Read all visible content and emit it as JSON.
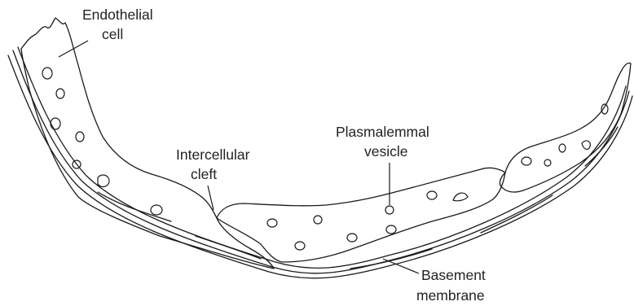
{
  "labels": {
    "endothelial_cell": [
      "Endothelial",
      "cell"
    ],
    "intercellular_cleft": [
      "Intercellular",
      "cleft"
    ],
    "plasmalemmal_vesicle": [
      "Plasmalemmal",
      "vesicle"
    ],
    "basement_membrane": [
      "Basement",
      "membrane"
    ]
  },
  "colors": {
    "line": "#1a1a1a",
    "text": "#222222",
    "background": "#ffffff"
  }
}
